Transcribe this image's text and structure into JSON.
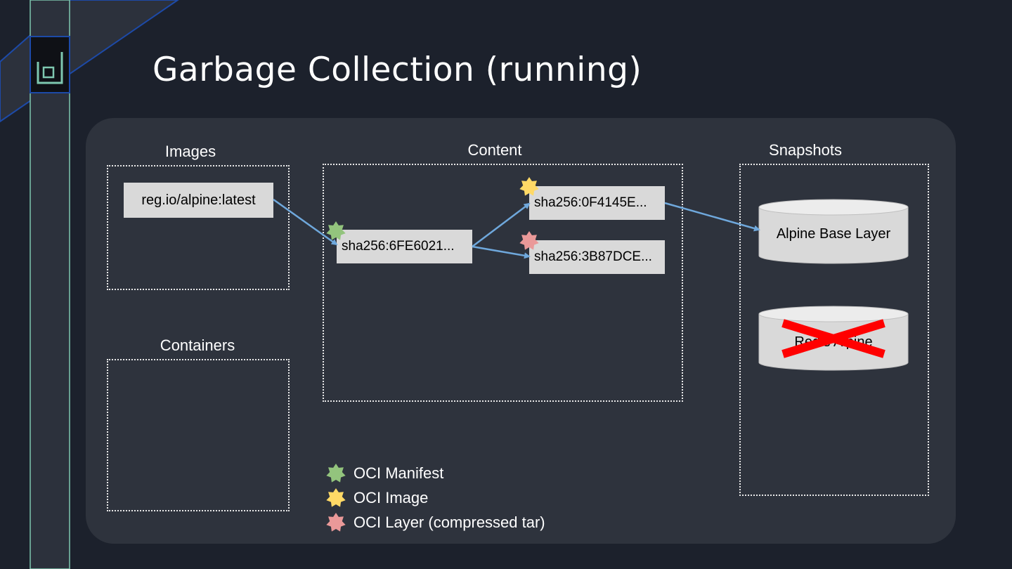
{
  "title": "Garbage Collection (running)",
  "colors": {
    "background": "#1c212c",
    "panel": "#2e333d",
    "node_fill": "#d9d9d9",
    "arrow": "#6fa8dc",
    "manifest_star": "#93c47d",
    "image_star": "#ffd966",
    "layer_star": "#ea9999",
    "delete_mark": "#ff0000",
    "logo_accent": "#7ec8b0"
  },
  "sections": {
    "images": "Images",
    "containers": "Containers",
    "content": "Content",
    "snapshots": "Snapshots"
  },
  "images": {
    "items": [
      "reg.io/alpine:latest"
    ]
  },
  "content": {
    "manifest": "sha256:6FE6021...",
    "config": "sha256:0F4145E...",
    "layer": "sha256:3B87DCE..."
  },
  "snapshots": {
    "kept": "Alpine Base Layer",
    "removed": "Redis Alpine"
  },
  "legend": [
    {
      "label": "OCI Manifest",
      "icon": "green-star-icon"
    },
    {
      "label": "OCI Image",
      "icon": "yellow-star-icon"
    },
    {
      "label": "OCI Layer (compressed tar)",
      "icon": "pink-star-icon"
    }
  ]
}
